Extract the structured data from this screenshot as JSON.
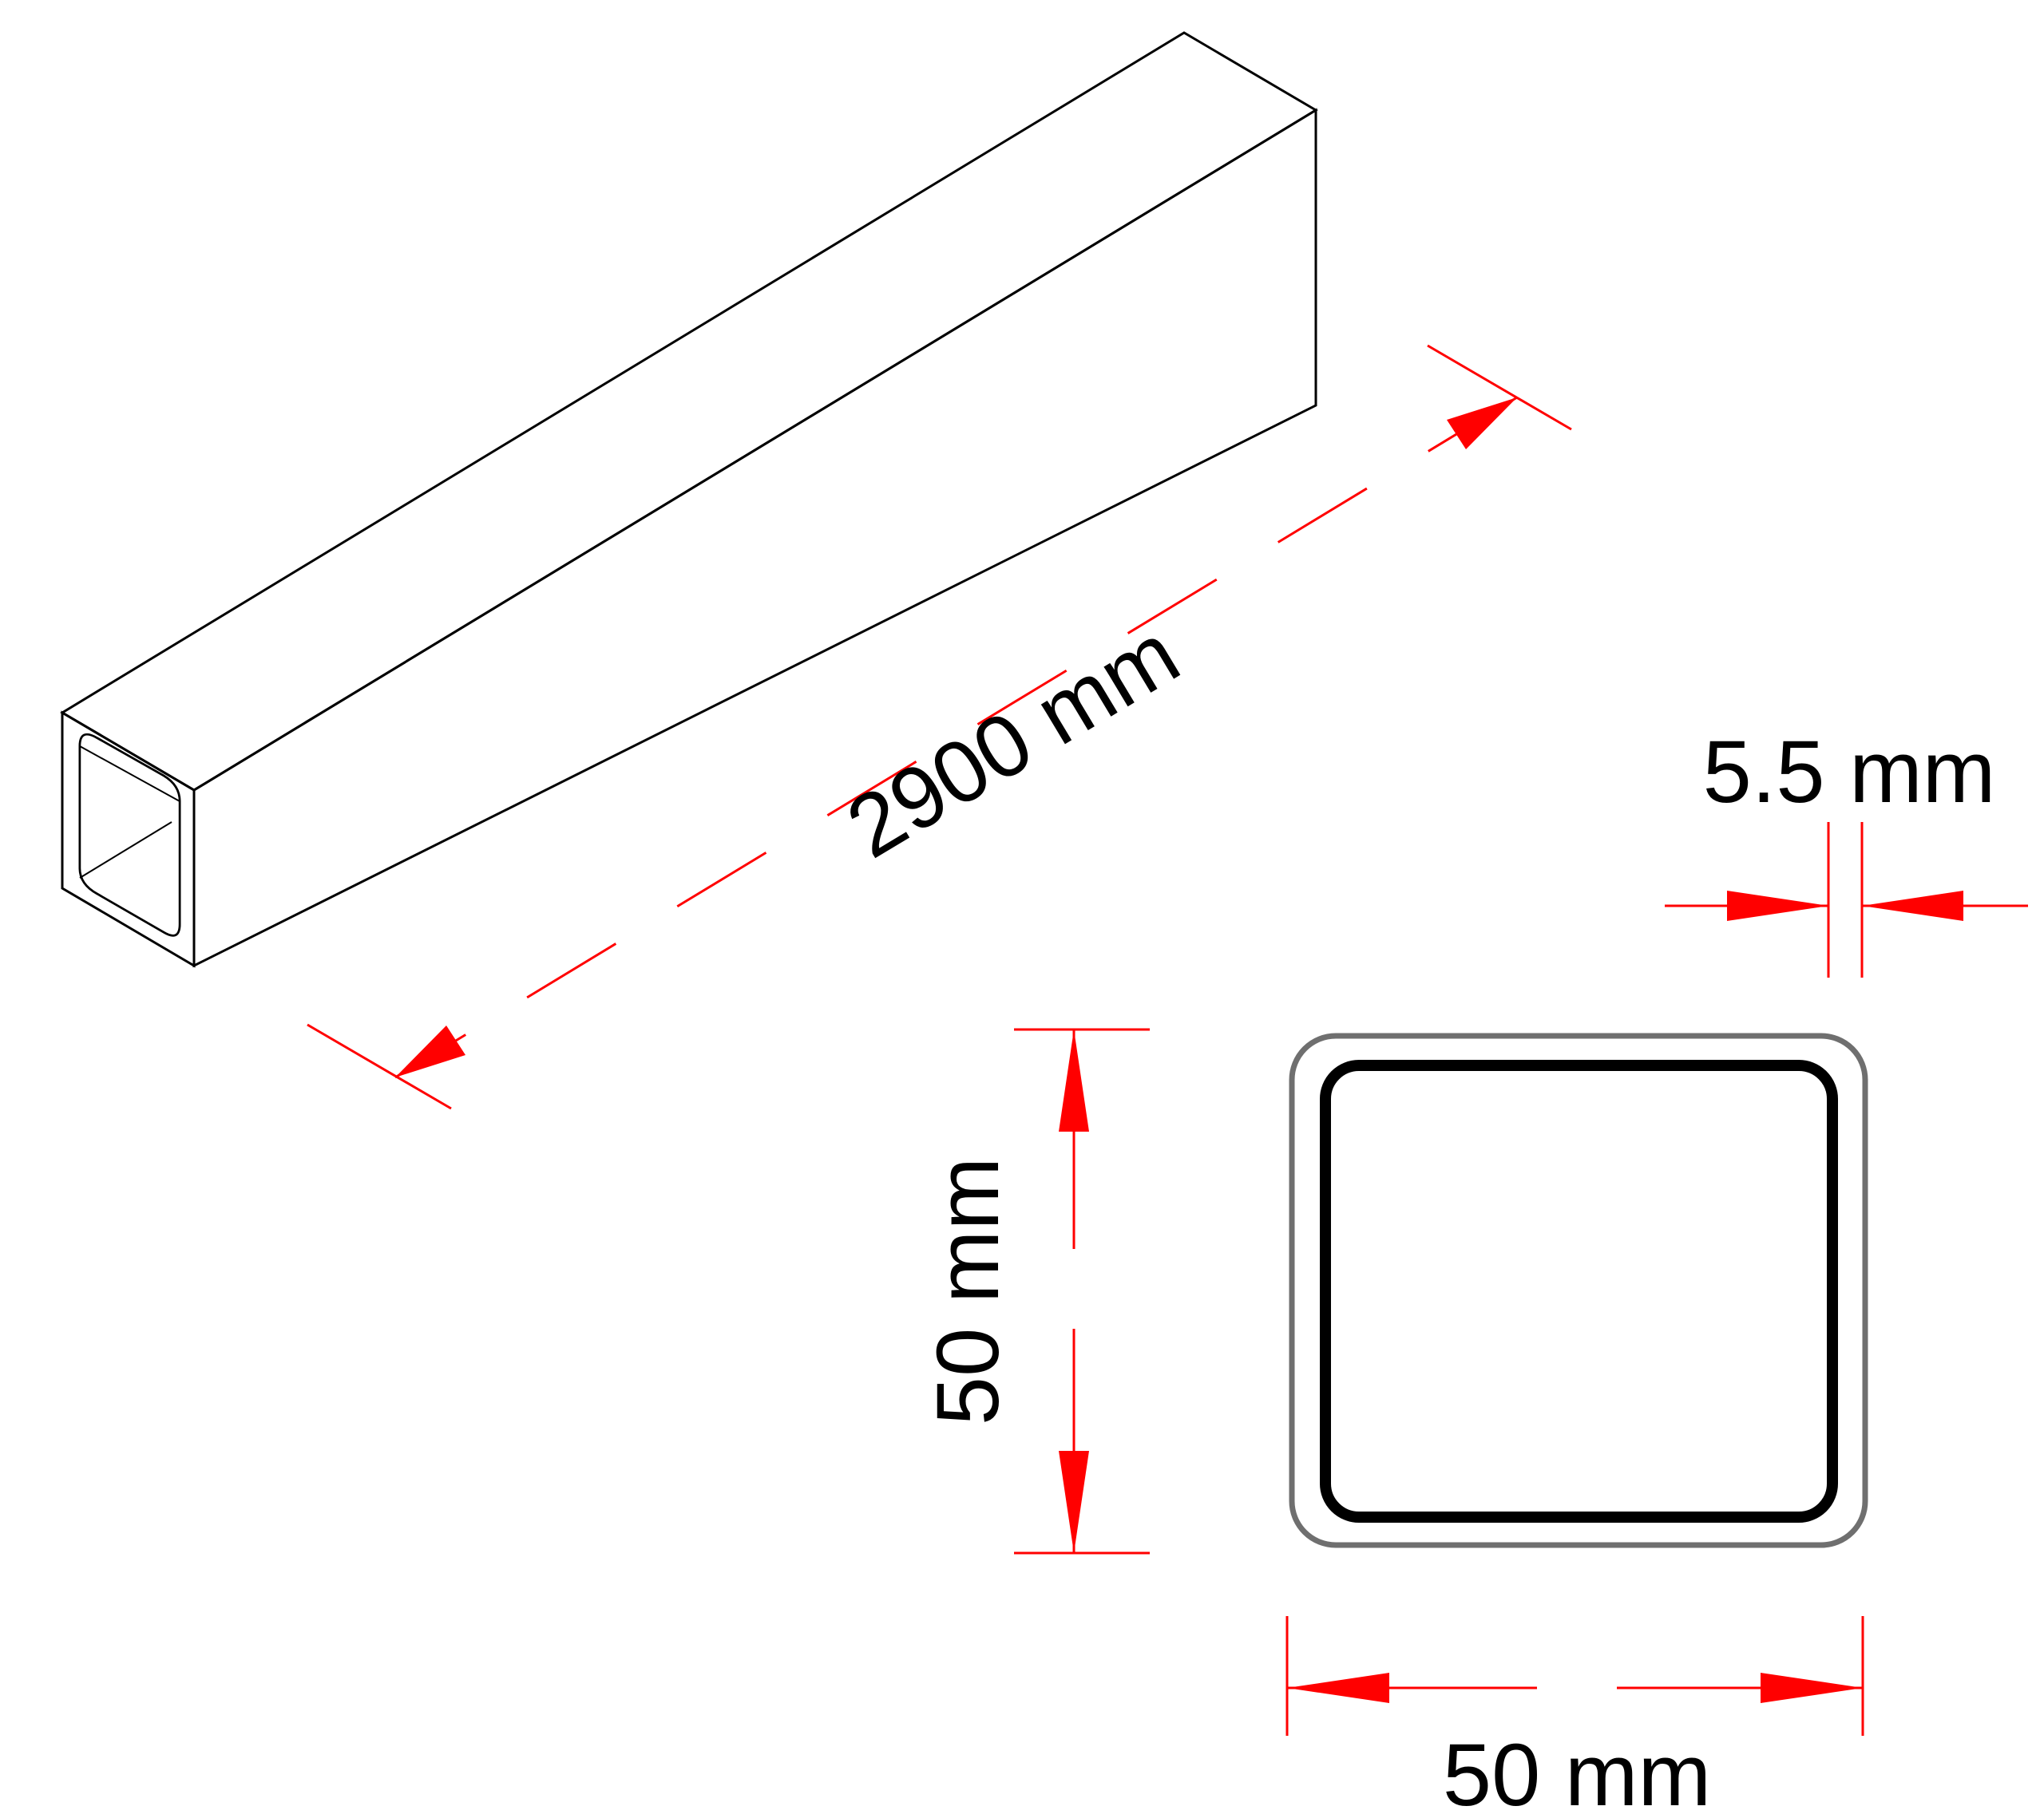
{
  "dimensions": {
    "length_label": "2900 mm",
    "thickness_label": "5.5 mm",
    "height_label": "50 mm",
    "width_label": "50 mm"
  },
  "colors": {
    "dimension_line": "#ff0000",
    "outline": "#000000",
    "hatch": "#8a8a8a"
  }
}
